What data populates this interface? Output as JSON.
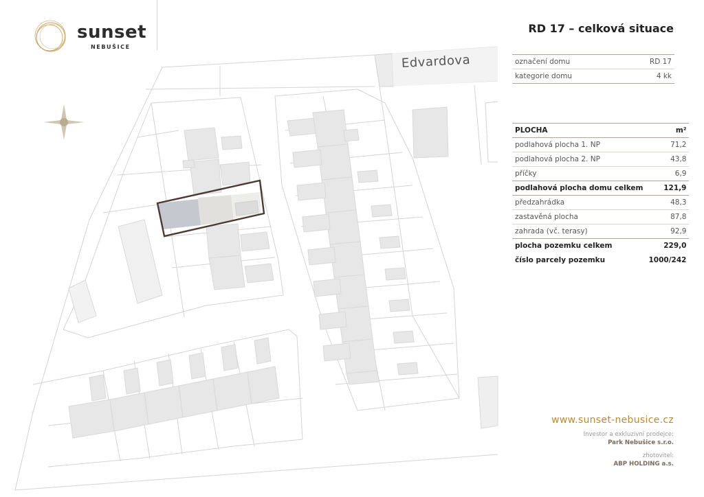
{
  "logo": {
    "name": "sunset",
    "subname": "NEBUŠICE"
  },
  "title": "RD 17 – celková situace",
  "map": {
    "street_name": "Edvardova",
    "highlighted_house": "RD 17"
  },
  "house_table": [
    {
      "label": "označení domu",
      "value": "RD 17"
    },
    {
      "label": "kategorie domu",
      "value": "4 kk"
    }
  ],
  "area_table": {
    "header_label": "PLOCHA",
    "header_unit": "m²",
    "rows": [
      {
        "label": "podlahová plocha 1. NP",
        "value": "71,2"
      },
      {
        "label": "podlahová plocha 2. NP",
        "value": "43,8"
      },
      {
        "label": "příčky",
        "value": "6,9"
      },
      {
        "label": "podlahová plocha domu celkem",
        "value": "121,9"
      },
      {
        "label": "předzahrádka",
        "value": "48,3"
      },
      {
        "label": "zastavěná plocha",
        "value": "87,8"
      },
      {
        "label": "zahrada (vč. terasy)",
        "value": "92,9"
      },
      {
        "label": "plocha pozemku celkem",
        "value": "229,0"
      },
      {
        "label": "číslo parcely pozemku",
        "value": "1000/242"
      }
    ]
  },
  "footer": {
    "website": "www.sunset-nebusice.cz",
    "investor_label": "Investor a exkluzivní prodejce:",
    "investor_name": "Park Nebušice s.r.o.",
    "contractor_label": "zhotovitel:",
    "contractor_name": "ABP HOLDING a.s."
  },
  "colors": {
    "accent_gold": "#b8893a",
    "highlight_outline": "#4a3a33",
    "building_fill": "#e6e6e6"
  },
  "icons": {
    "compass": "compass-rose-icon",
    "logo_mark": "gold-rings-icon"
  }
}
